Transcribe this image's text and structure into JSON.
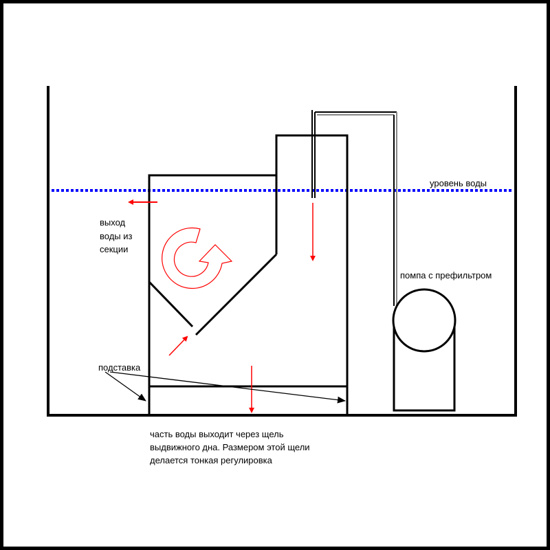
{
  "labels": {
    "water_level": "уровень воды",
    "section_outlet": [
      "выход",
      "воды из",
      "секции"
    ],
    "pump": "помпа с префильтром",
    "stand": "подставка",
    "note": [
      "часть воды выходит через щель",
      "выдвижного дна. Размером этой щели",
      "делается тонкая регулировка"
    ]
  },
  "colors": {
    "water_line": "#0000ff",
    "flow_arrows": "#ff0000",
    "outline": "#000000"
  }
}
